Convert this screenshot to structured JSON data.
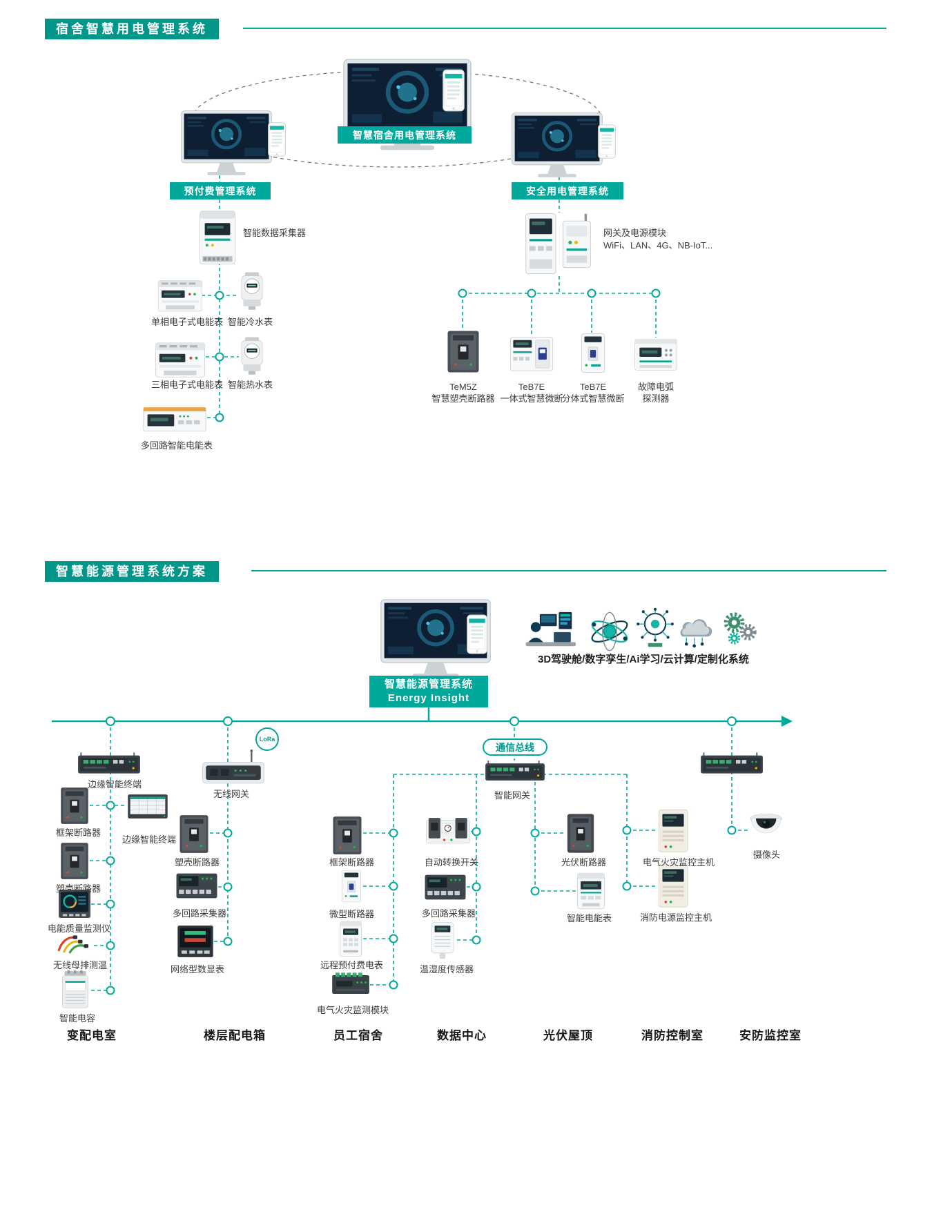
{
  "theme": {
    "accent": "#00a99c",
    "header_bg": "#00968a"
  },
  "s1": {
    "title": "宿舍智慧用电管理系统",
    "platform": "智慧宿舍用电管理系统",
    "prepaid": {
      "title": "预付费管理系统",
      "collector": "智能数据采集器",
      "devices": [
        "单相电子式电能表",
        "智能冷水表",
        "三相电子式电能表",
        "智能热水表",
        "多回路智能电能表"
      ]
    },
    "safety": {
      "title": "安全用电管理系统",
      "gateway_line1": "网关及电源模块",
      "gateway_line2": "WiFi、LAN、4G、NB-IoT...",
      "devices": [
        {
          "line1": "TeM5Z",
          "line2": "智慧塑壳断路器"
        },
        {
          "line1": "TeB7E",
          "line2": "一体式智慧微断"
        },
        {
          "line1": "TeB7E",
          "line2": "分体式智慧微断"
        },
        {
          "line1": "故障电弧",
          "line2": "探测器"
        }
      ]
    }
  },
  "s2": {
    "title": "智慧能源管理系统方案",
    "platform_line1": "智慧能源管理系统",
    "platform_line2": "Energy Insight",
    "cloud_caption": "3D驾驶舱/数字孪生/Ai学习/云计算/定制化系统",
    "tech_icon_names": [
      "3d-cockpit-icon",
      "digital-twin-icon",
      "ai-learning-icon",
      "cloud-computing-icon",
      "custom-system-gears-icon"
    ],
    "bus_label": "通信总线",
    "lora_label": "LoRa",
    "columns": [
      {
        "name": "变配电室",
        "devices": [
          "边缘智能终端",
          "框架断路器",
          "边缘智能终端",
          "塑壳断路器",
          "电能质量监测仪",
          "无线母排测温",
          "智能电容"
        ]
      },
      {
        "name": "楼层配电箱",
        "devices": [
          "无线网关",
          "塑壳断路器",
          "多回路采集器",
          "网络型数显表"
        ]
      },
      {
        "name": "员工宿舍",
        "devices": [
          "框架断路器",
          "微型断路器",
          "远程预付费电表",
          "电气火灾监测模块"
        ]
      },
      {
        "name": "数据中心",
        "devices": [
          "自动转换开关",
          "多回路采集器",
          "温湿度传感器"
        ]
      },
      {
        "name": "光伏屋顶",
        "devices": [
          "智能网关",
          "光伏断路器",
          "智能电能表"
        ]
      },
      {
        "name": "消防控制室",
        "devices": [
          "电气火灾监控主机",
          "消防电源监控主机"
        ]
      },
      {
        "name": "安防监控室",
        "devices": [
          "摄像头"
        ]
      }
    ]
  }
}
